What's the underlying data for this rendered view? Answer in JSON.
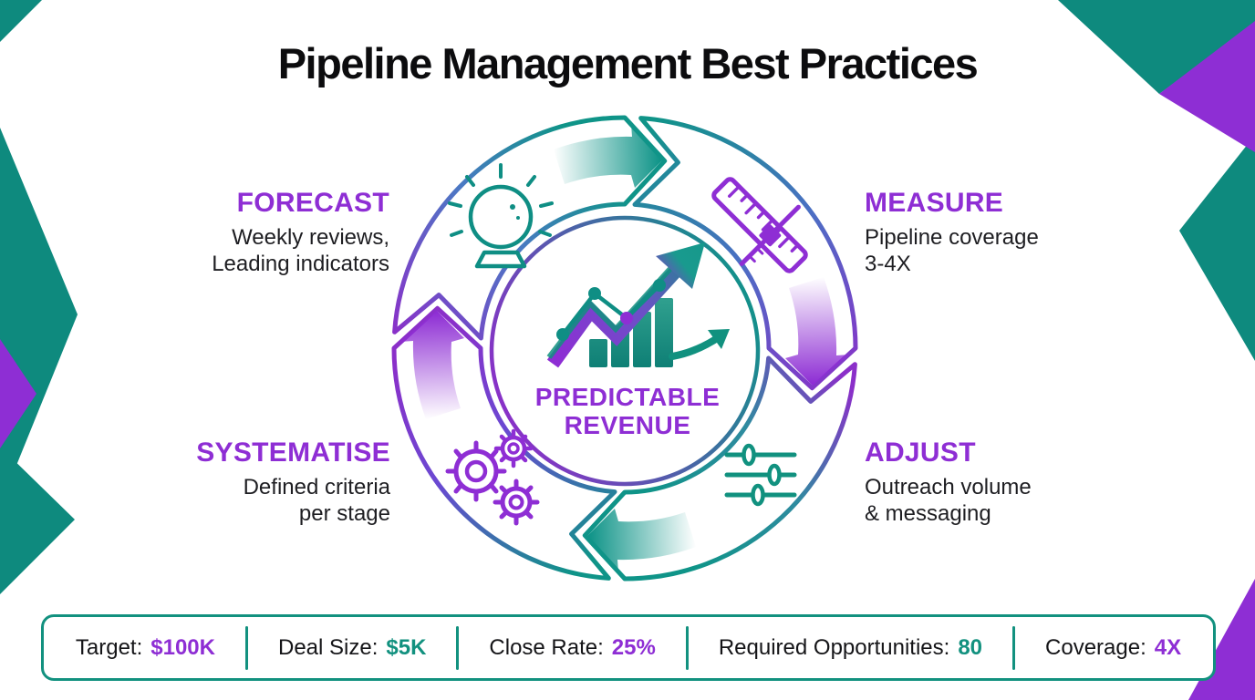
{
  "title": "Pipeline Management Best Practices",
  "colors": {
    "purple": "#8e2ed4",
    "teal": "#12917f",
    "teal_dark": "#0e8a7e",
    "text": "#1e1e22"
  },
  "center": {
    "line1": "PREDICTABLE",
    "line2": "REVENUE"
  },
  "quadrants": [
    {
      "id": "forecast",
      "heading": "FORECAST",
      "lines": [
        "Weekly reviews,",
        "Leading indicators"
      ],
      "icon": "crystal-ball-icon"
    },
    {
      "id": "measure",
      "heading": "MEASURE",
      "lines": [
        "Pipeline coverage",
        "3-4X"
      ],
      "icon": "ruler-icon"
    },
    {
      "id": "systematise",
      "heading": "SYSTEMATISE",
      "lines": [
        "Defined criteria",
        "per stage"
      ],
      "icon": "gears-icon"
    },
    {
      "id": "adjust",
      "heading": "ADJUST",
      "lines": [
        "Outreach volume",
        "& messaging"
      ],
      "icon": "sliders-icon"
    }
  ],
  "metrics": [
    {
      "label": "Target:",
      "value": "$100K",
      "color": "purple"
    },
    {
      "label": "Deal Size:",
      "value": "$5K",
      "color": "teal"
    },
    {
      "label": "Close Rate:",
      "value": "25%",
      "color": "purple"
    },
    {
      "label": "Required Opportunities:",
      "value": "80",
      "color": "teal"
    },
    {
      "label": "Coverage:",
      "value": "4X",
      "color": "purple"
    }
  ]
}
